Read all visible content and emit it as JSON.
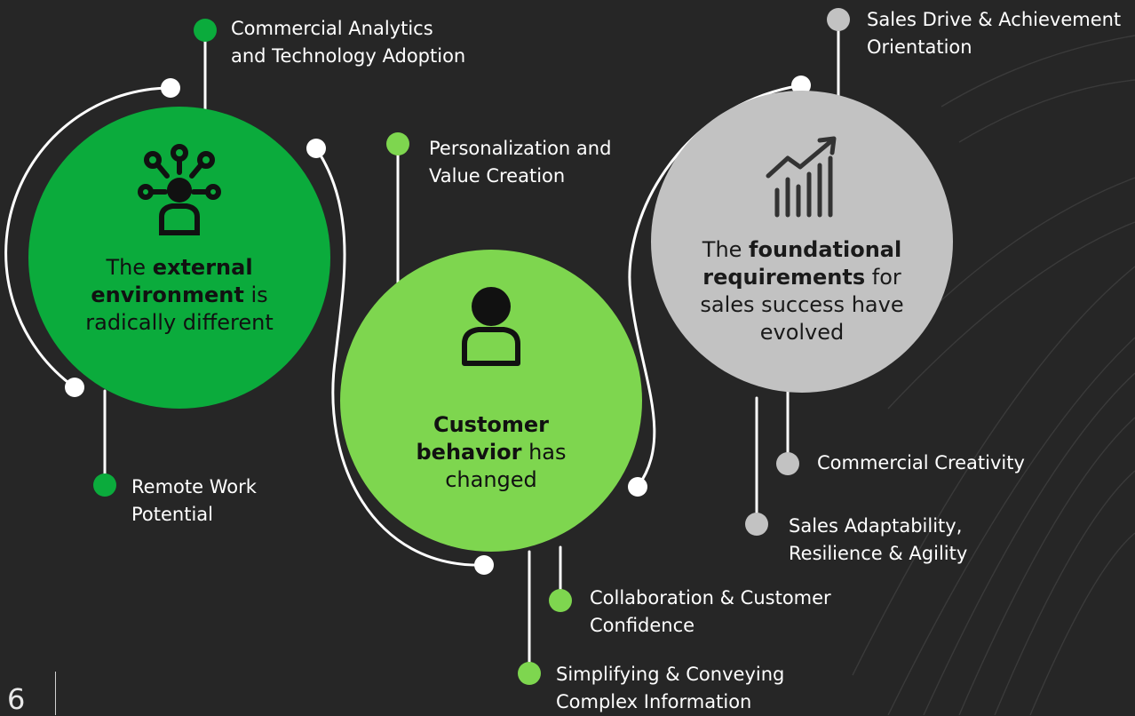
{
  "page_number": "6",
  "colors": {
    "background": "#262626",
    "dark_green": "#0bab3c",
    "light_green": "#7ed64f",
    "grey": "#c2c2c2",
    "connector": "#ffffff"
  },
  "hubs": [
    {
      "icon": "network-person-icon",
      "pre": "The ",
      "bold": "external environment",
      "post": " is radically different",
      "color": "#0bab3c"
    },
    {
      "icon": "person-icon",
      "pre": "",
      "bold": "Customer behavior",
      "post": " has changed",
      "color": "#7ed64f"
    },
    {
      "icon": "growth-chart-icon",
      "pre": "The ",
      "bold": "foundational requirements",
      "post": " for sales success have evolved",
      "color": "#c2c2c2"
    }
  ],
  "labels": {
    "commercial_analytics": [
      "Commercial Analytics",
      "and  Technology Adoption"
    ],
    "remote_work": [
      "Remote Work",
      "Potential"
    ],
    "personalization": [
      "Personalization and",
      "Value Creation"
    ],
    "collaboration": [
      "Collaboration & Customer",
      "Confidence"
    ],
    "simplifying": [
      "Simplifying & Conveying",
      "Complex Information"
    ],
    "sales_drive": [
      "Sales Drive & Achievement",
      "Orientation"
    ],
    "commercial_creativity": [
      "Commercial Creativity"
    ],
    "sales_adaptability": [
      "Sales Adaptability,",
      "Resilience & Agility"
    ]
  }
}
